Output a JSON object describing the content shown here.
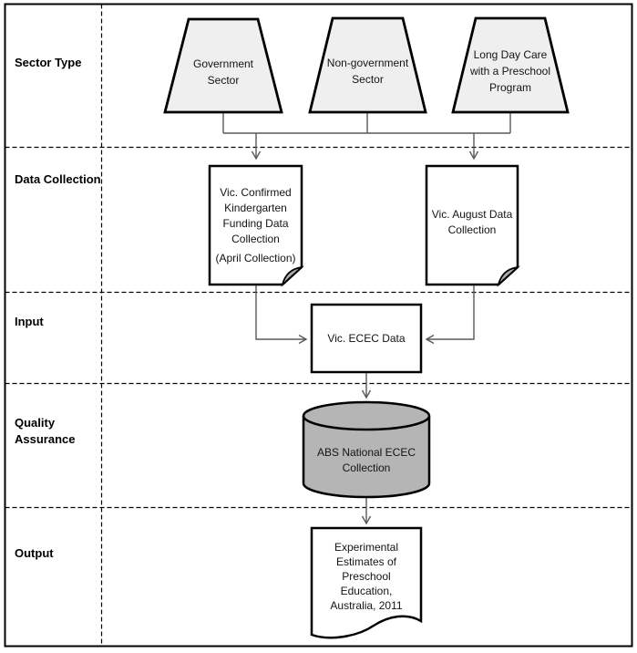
{
  "rows": [
    {
      "label": "Sector Type"
    },
    {
      "label": "Data Collection"
    },
    {
      "label": "Input"
    },
    {
      "label": "Quality\nAssurance"
    },
    {
      "label": "Output"
    }
  ],
  "nodes": {
    "government": {
      "label": "Government\nSector"
    },
    "non_government": {
      "label": "Non-government\nSector"
    },
    "long_day_care": {
      "label": "Long Day Care\nwith a Preschool\nProgram"
    },
    "confirmed_collection": {
      "label": "Vic. Confirmed\nKindergarten\nFunding Data\nCollection",
      "sublabel": "(April Collection)"
    },
    "august_collection": {
      "label": "Vic. August Data\nCollection"
    },
    "ecec_data": {
      "label": "Vic. ECEC Data"
    },
    "abs_collection": {
      "label": "ABS National ECEC\nCollection"
    },
    "output_publication": {
      "label": "Experimental\nEstimates of\nPreschool\nEducation,\nAustralia, 2011"
    }
  },
  "colors": {
    "trapezoid_fill": "#EFEFEF",
    "cylinder_fill": "#B5B5B5",
    "fold_fill": "#ABABAB",
    "node_fill": "#FFFFFF",
    "connector": "#595959",
    "outline": "#000000"
  }
}
